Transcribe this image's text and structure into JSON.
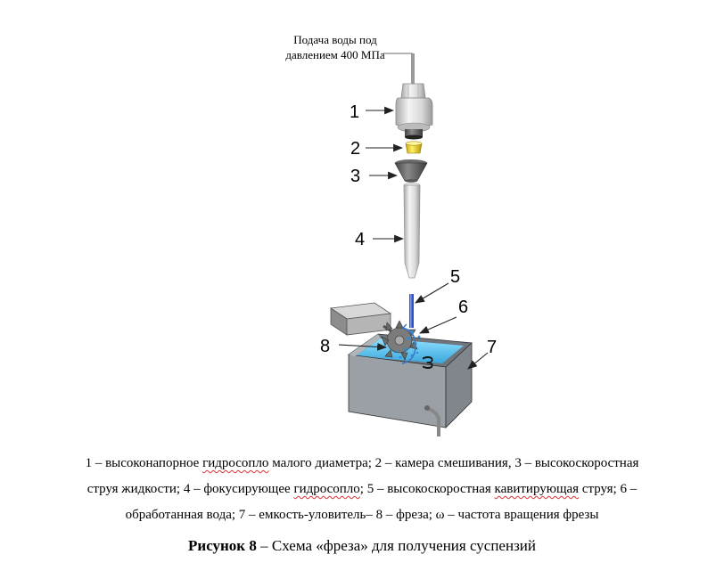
{
  "top_caption": "Подача воды под давлением 400 МПа",
  "labels": [
    "1",
    "2",
    "3",
    "4",
    "5",
    "6",
    "7",
    "8"
  ],
  "omega_symbol": "ω",
  "legend": {
    "line1": [
      "1 – высоконапорное ",
      "гидросопло",
      " малого диаметра; 2 – камера смешивания, 3 – высокоскоростная"
    ],
    "line2": [
      "струя жидкости; 4 – фокусирующее ",
      "гидросопло",
      "; 5 – высокоскоростная ",
      "кавитирующая",
      " струя; 6 –"
    ],
    "line3": "обработанная вода; 7 – емкость-уловитель– 8 – фреза; ω – частота вращения фрезы"
  },
  "figure_caption": {
    "bold": "Рисунок 8",
    "rest": " – Схема «фреза» для получения суспензий"
  },
  "colors": {
    "nozzle_grey": "#cfcfcf",
    "mixing_chamber": "#f2d21a",
    "water_blue": "#4fb7e6",
    "jet_blue": "#2f52c9",
    "tank_grey": "#9aa0a6"
  }
}
